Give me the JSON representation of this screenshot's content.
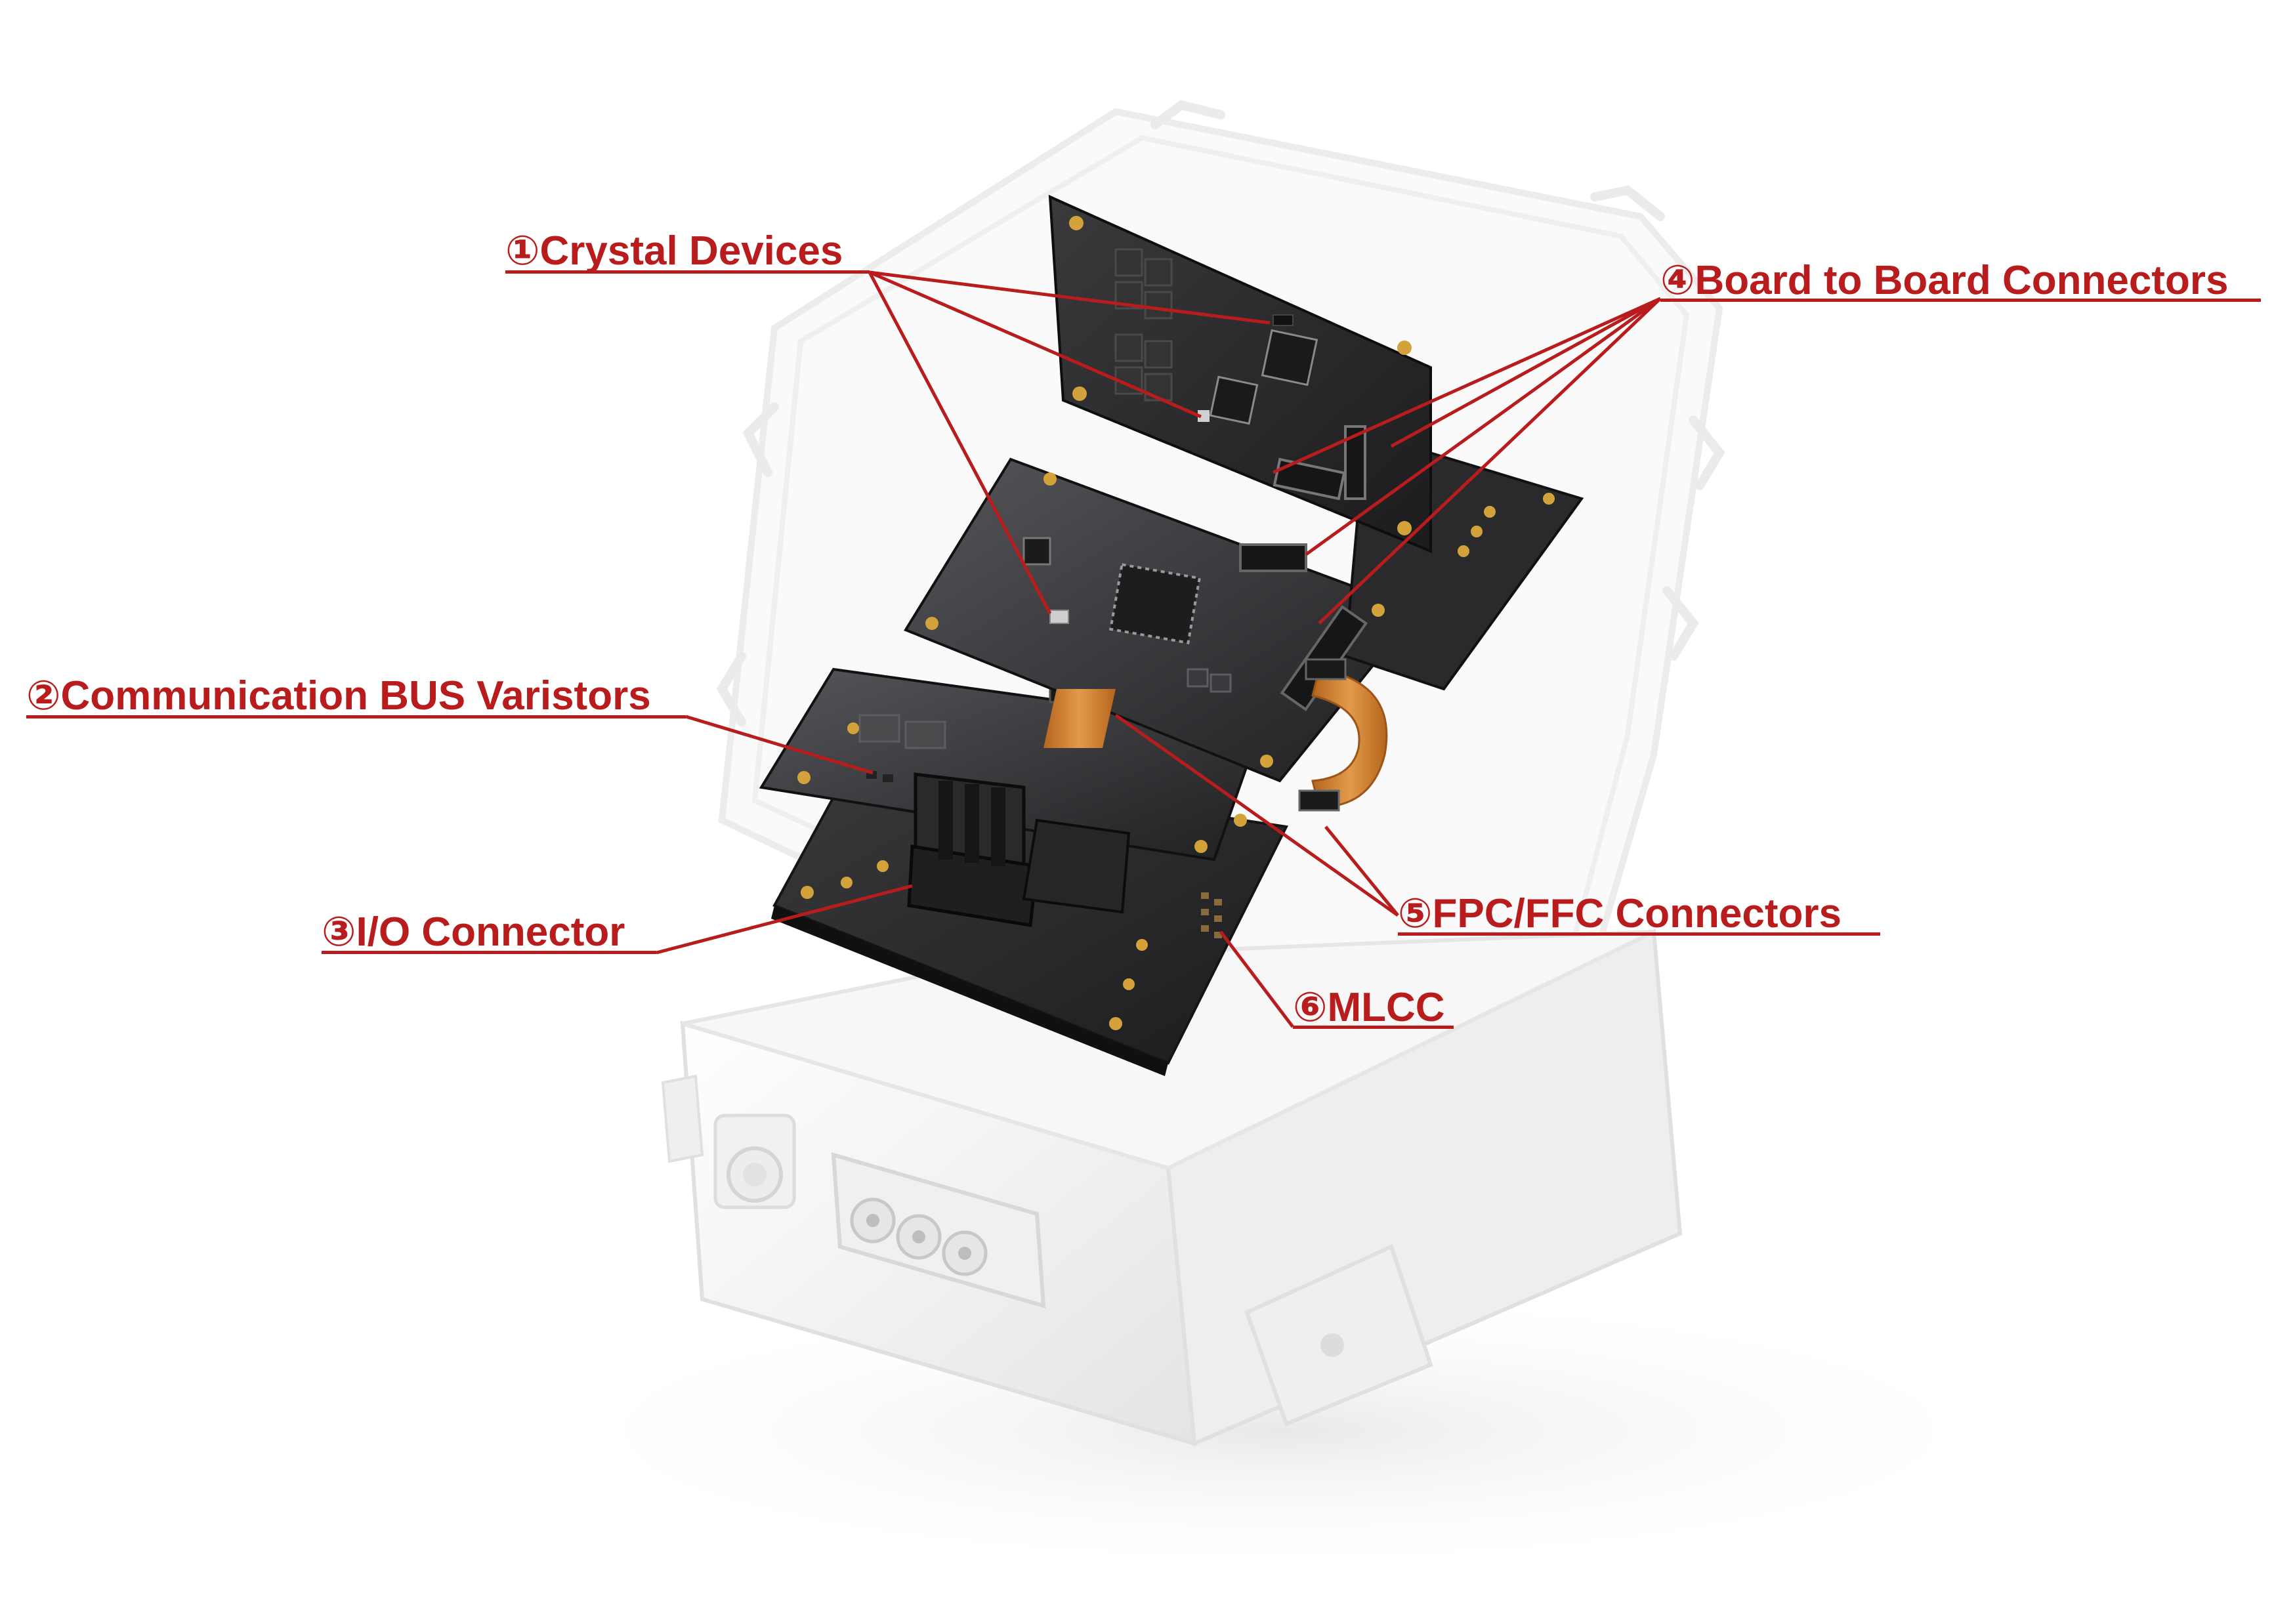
{
  "labels": {
    "crystal": "①Crystal Devices",
    "b2b": "④Board to Board Connectors",
    "varistors": "②Communication BUS Varistors",
    "fpc": "⑤FPC/FFC Connectors",
    "io": "③I/O Connector",
    "mlcc": "⑥MLCC"
  },
  "colors": {
    "callout": "#b81c1c",
    "pcb": "#2c2c2e",
    "housing": "#f2f2f2",
    "flex_cable": "#d9822b"
  }
}
